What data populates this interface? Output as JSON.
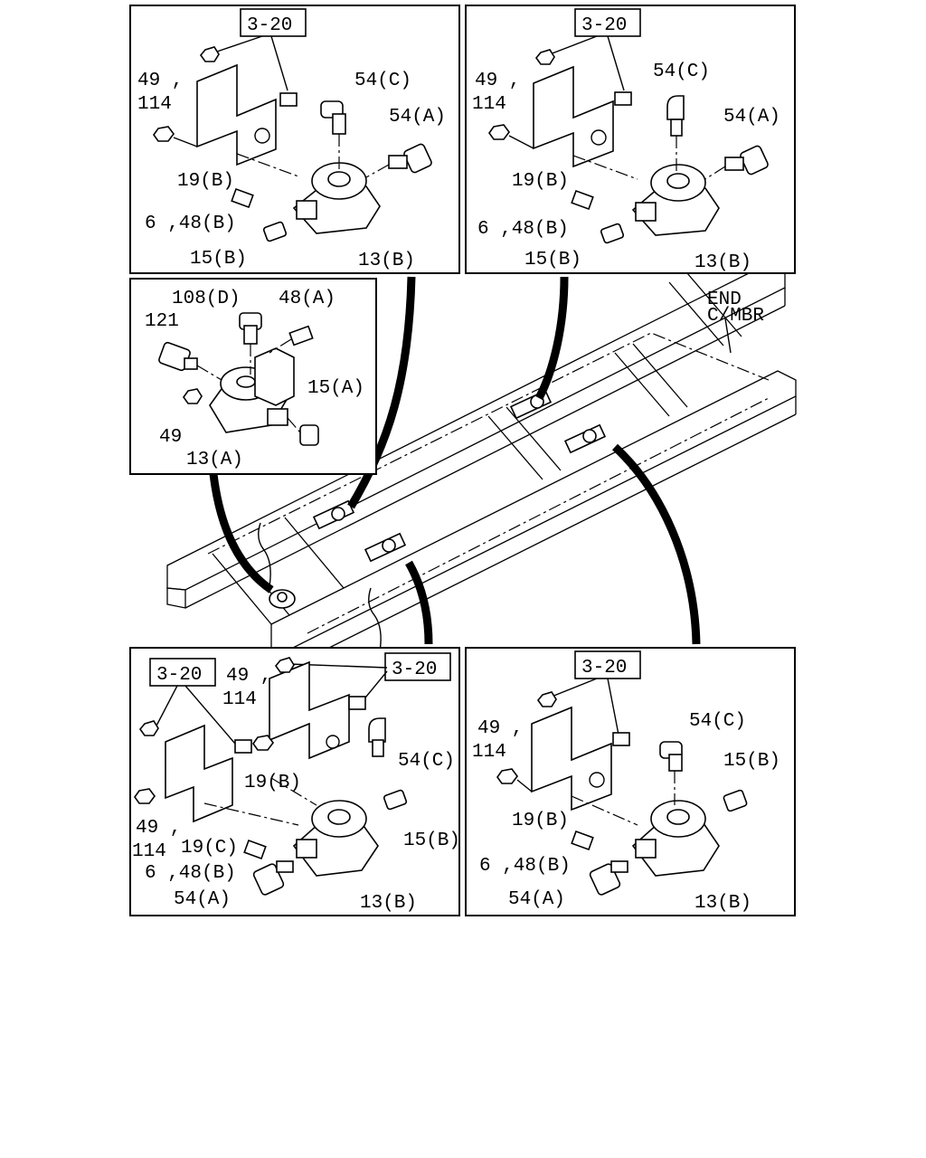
{
  "chassis": {
    "end_label": "END",
    "member_label": "C/MBR"
  },
  "panel_top_left": {
    "ref": "3-20",
    "labels": {
      "nut": "49 ,",
      "washer": "114",
      "elbow_c": "54(C)",
      "elbow_a": "54(A)",
      "bracket": "19(B)",
      "bolt": "6 ,48(B)",
      "plug": "15(B)",
      "valve": "13(B)"
    }
  },
  "panel_top_right": {
    "ref": "3-20",
    "labels": {
      "nut": "49 ,",
      "washer": "114",
      "elbow_c": "54(C)",
      "elbow_a": "54(A)",
      "bracket": "19(B)",
      "bolt": "6 ,48(B)",
      "plug": "15(B)",
      "valve": "13(B)"
    }
  },
  "panel_mid_left": {
    "labels": {
      "fitting_d": "108(D)",
      "bolt_a": "48(A)",
      "connector": "121",
      "plug_a": "15(A)",
      "nut": "49",
      "valve_a": "13(A)"
    }
  },
  "panel_bottom_left": {
    "ref_left": "3-20",
    "ref_right": "3-20",
    "labels": {
      "nut_upper": "49 ,",
      "washer_upper": "114",
      "bracket_b": "19(B)",
      "elbow_c": "54(C)",
      "nut_lower": "49 ,",
      "washer_lower": "114",
      "bracket_c": "19(C)",
      "plug": "15(B)",
      "bolt": "6 ,48(B)",
      "elbow_a": "54(A)",
      "valve": "13(B)"
    }
  },
  "panel_bottom_right": {
    "ref": "3-20",
    "labels": {
      "nut": "49 ,",
      "washer": "114",
      "elbow_c": "54(C)",
      "plug": "15(B)",
      "bracket": "19(B)",
      "bolt": "6 ,48(B)",
      "elbow_a": "54(A)",
      "valve": "13(B)"
    }
  }
}
